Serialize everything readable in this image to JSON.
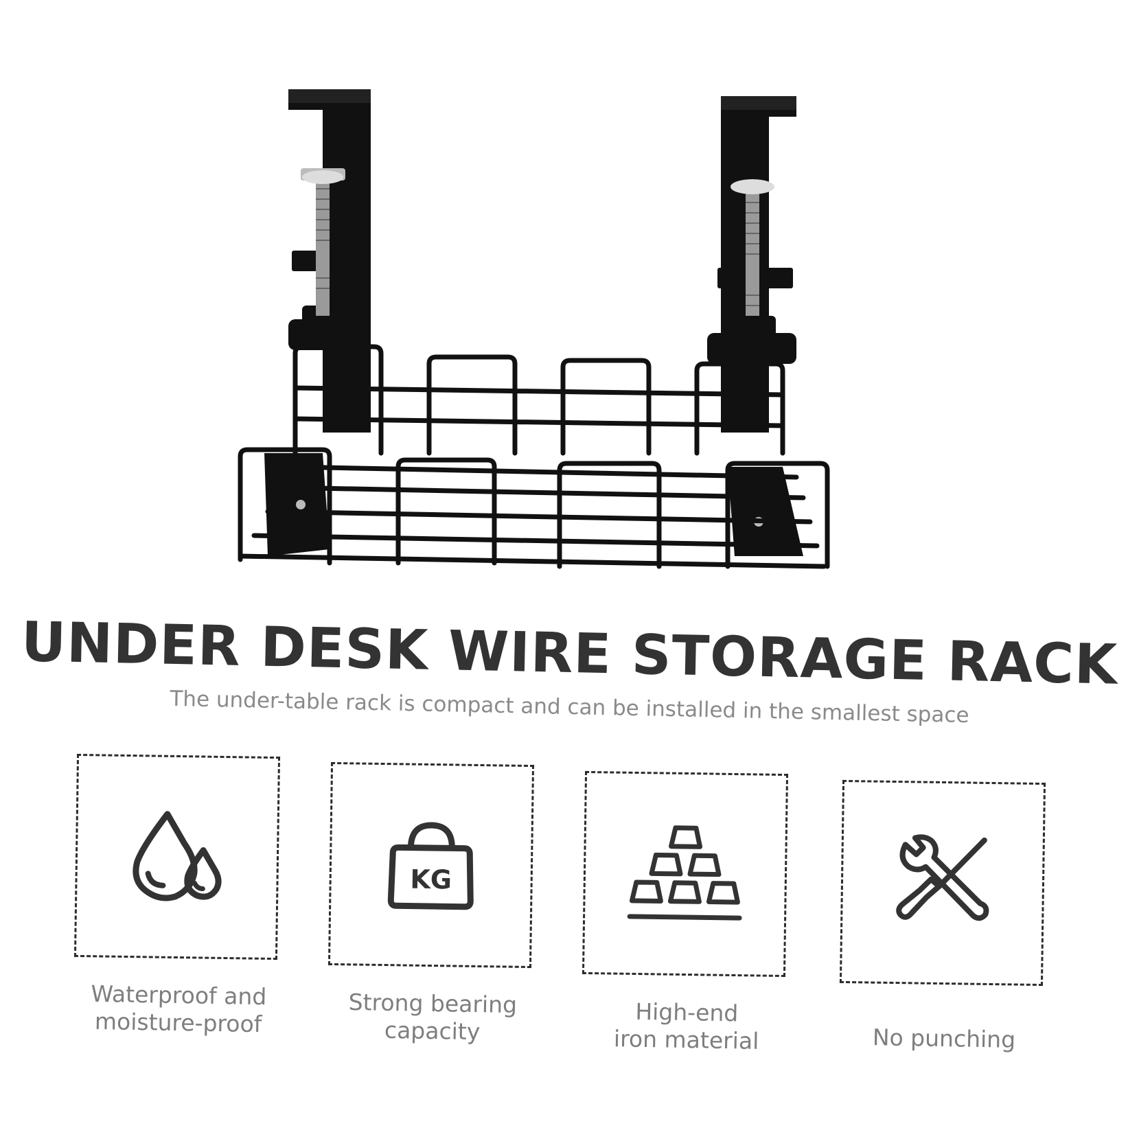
{
  "title": "UNDER DESK WIRE STORAGE RACK",
  "subtitle": "The under-table rack is compact and can be installed in the smallest space",
  "features": [
    {
      "icon": "water-drops-icon",
      "line1": "Waterproof and",
      "line2": "moisture-proof"
    },
    {
      "icon": "kg-weight-icon",
      "line1": "Strong bearing",
      "line2": "capacity",
      "badge": "KG"
    },
    {
      "icon": "iron-bars-icon",
      "line1": "High-end",
      "line2": "iron material"
    },
    {
      "icon": "wrench-screwdriver-icon",
      "line1": "No punching",
      "line2": ""
    }
  ],
  "colors": {
    "text": "#333333",
    "muted": "#8a8a8a",
    "metal": "#111111"
  }
}
